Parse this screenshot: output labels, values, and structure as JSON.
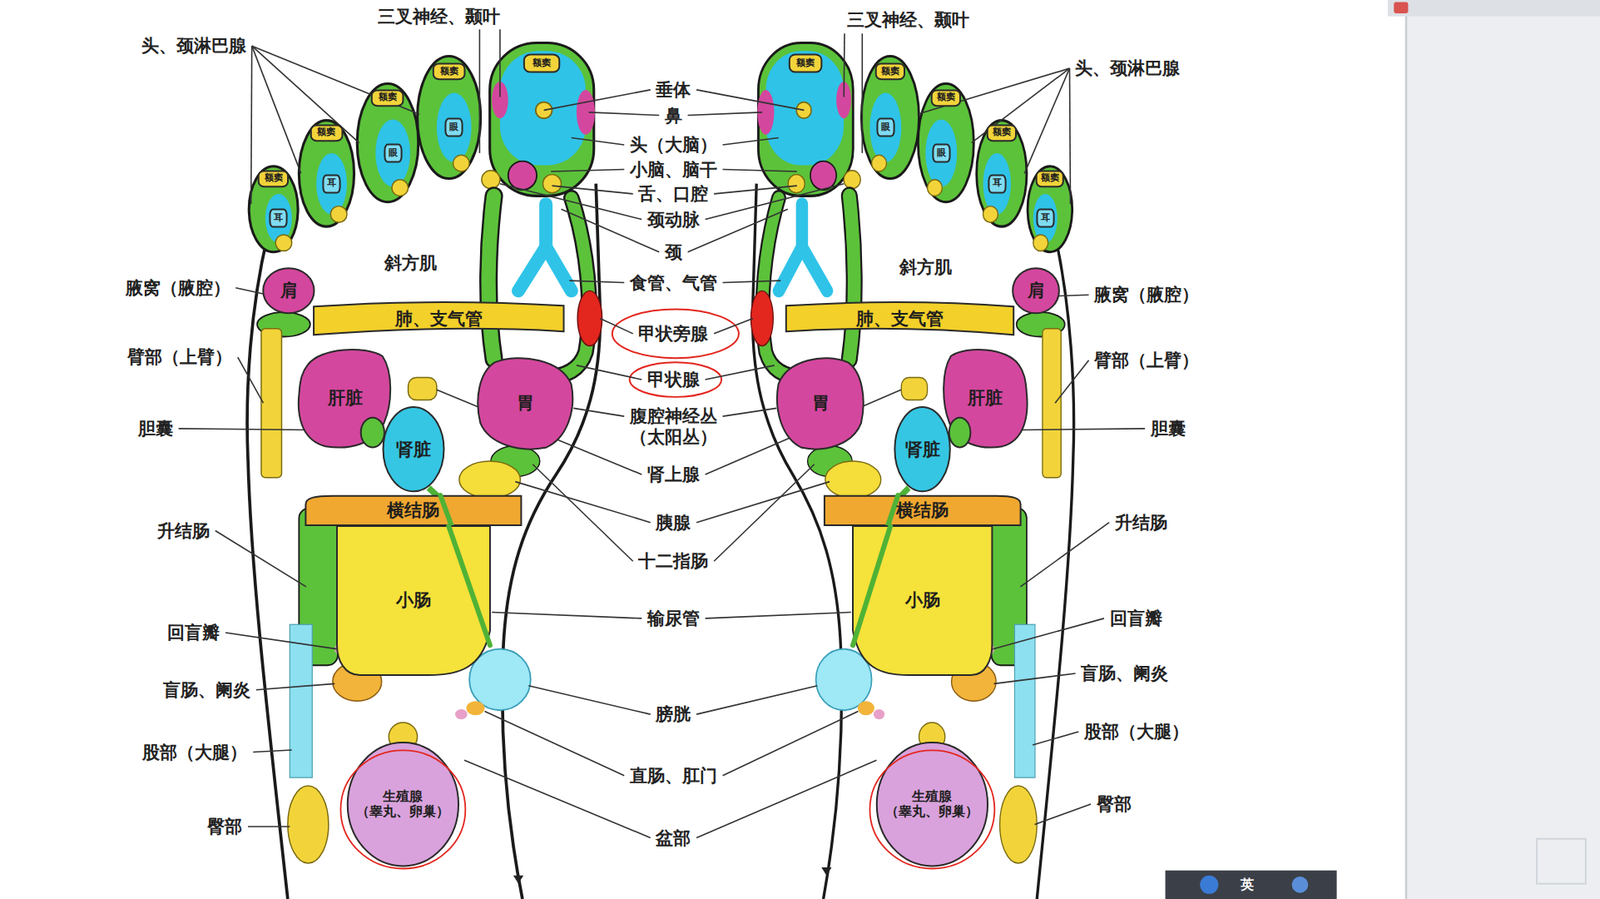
{
  "diagram": {
    "nodes": [
      {
        "text": [
          "额窦"
        ]
      },
      {
        "text": [
          "额窦"
        ]
      },
      {
        "text": [
          "额窦"
        ]
      },
      {
        "text": [
          "额窦"
        ]
      },
      {
        "text": [
          "额窦"
        ]
      },
      {
        "text": [
          "耳"
        ]
      },
      {
        "text": [
          "耳"
        ]
      },
      {
        "text": [
          "眼"
        ]
      },
      {
        "text": [
          "眼"
        ]
      },
      {
        "text": [
          "肩"
        ]
      },
      {
        "text": [
          "肺、支气管"
        ]
      },
      {
        "text": [
          "肝脏"
        ]
      },
      {
        "text": [
          "胃"
        ]
      },
      {
        "text": [
          "肾脏"
        ]
      },
      {
        "text": [
          "横结肠"
        ]
      },
      {
        "text": [
          "小肠"
        ]
      },
      {
        "text": [
          "生殖腺",
          "（睾丸、卵巢）"
        ]
      },
      {
        "text": [
          "额窦"
        ]
      },
      {
        "text": [
          "额窦"
        ]
      },
      {
        "text": [
          "额窦"
        ]
      },
      {
        "text": [
          "额窦"
        ]
      },
      {
        "text": [
          "额窦"
        ]
      },
      {
        "text": [
          "耳"
        ]
      },
      {
        "text": [
          "耳"
        ]
      },
      {
        "text": [
          "眼"
        ]
      },
      {
        "text": [
          "眼"
        ]
      },
      {
        "text": [
          "肩"
        ]
      },
      {
        "text": [
          "肺、支气管"
        ]
      },
      {
        "text": [
          "肝脏"
        ]
      },
      {
        "text": [
          "胃"
        ]
      },
      {
        "text": [
          "肾脏"
        ]
      },
      {
        "text": [
          "横结肠"
        ]
      },
      {
        "text": [
          "小肠"
        ]
      },
      {
        "text": [
          "生殖腺",
          "（睾丸、卵巢）"
        ]
      }
    ],
    "labels": [
      "三叉神经、颞叶",
      "三叉神经、颞叶",
      "头、颈淋巴腺",
      "头、颈淋巴腺",
      "垂体",
      "鼻",
      "头（大脑）",
      "小脑、脑干",
      "舌、口腔",
      "颈动脉",
      "颈",
      "食管、气管",
      "甲状旁腺",
      "甲状腺",
      "腹腔神经丛",
      "（太阳丛）",
      "肾上腺",
      "胰腺",
      "十二指肠",
      "输尿管",
      "膀胱",
      "直肠、肛门",
      "盆部",
      "腋窝（腋腔）",
      "腋窝（腋腔）",
      "臂部（上臂）",
      "臂部（上臂）",
      "胆囊",
      "胆囊",
      "升结肠",
      "升结肠",
      "回盲瓣",
      "回盲瓣",
      "盲肠、阑炎",
      "盲肠、阑炎",
      "股部（大腿）",
      "股部（大腿）",
      "臀部",
      "臀部",
      "斜方肌",
      "斜方肌",
      "英"
    ]
  }
}
